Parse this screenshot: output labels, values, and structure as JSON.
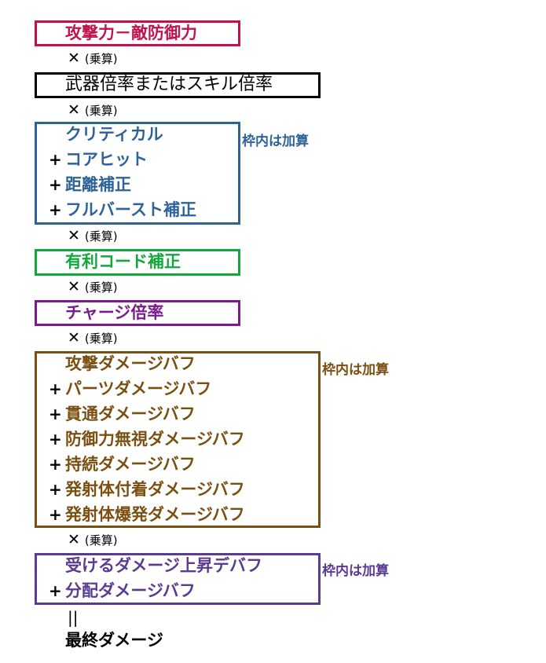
{
  "colors": {
    "red": "#c2124e",
    "black": "#000000",
    "blue": "#2e6399",
    "green": "#13a83c",
    "purple": "#7b1c8c",
    "brown": "#7a5012",
    "violet": "#5b3a91"
  },
  "multiply": {
    "symbol": "✕",
    "label": "(乗算)"
  },
  "sum_note": "枠内は加算",
  "plus": "+",
  "equals": "||",
  "box1": {
    "items": [
      "攻撃力－敵防御力"
    ]
  },
  "box2": {
    "items": [
      "武器倍率またはスキル倍率"
    ]
  },
  "box3": {
    "items": [
      "クリティカル",
      "コアヒット",
      "距離補正",
      "フルバースト補正"
    ]
  },
  "box4": {
    "items": [
      "有利コード補正"
    ]
  },
  "box5": {
    "items": [
      "チャージ倍率"
    ]
  },
  "box6": {
    "items": [
      "攻撃ダメージバフ",
      "パーツダメージバフ",
      "貫通ダメージバフ",
      "防御力無視ダメージバフ",
      "持続ダメージバフ",
      "発射体付着ダメージバフ",
      "発射体爆発ダメージバフ"
    ]
  },
  "box7": {
    "items": [
      "受けるダメージ上昇デバフ",
      "分配ダメージバフ"
    ]
  },
  "result": "最終ダメージ"
}
